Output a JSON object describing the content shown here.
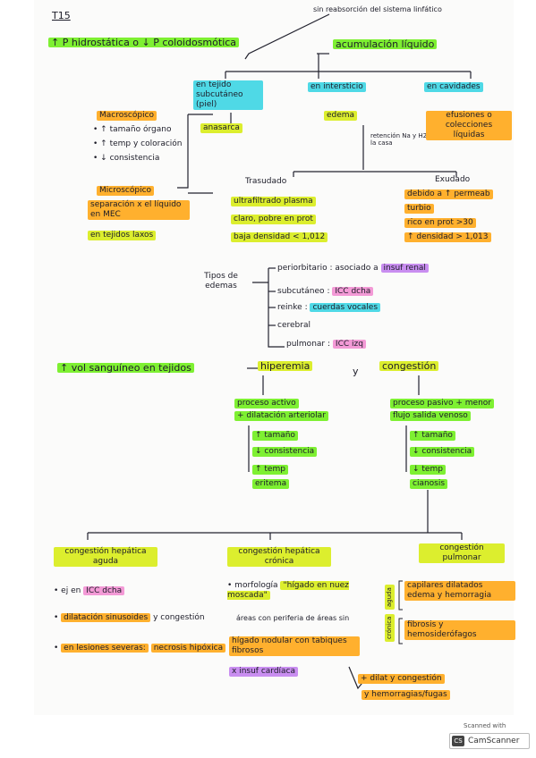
{
  "colors": {
    "green": "#7ef032",
    "yellow": "#dcee2e",
    "orange": "#ffb02e",
    "cyan": "#4fd9e6",
    "purple": "#c98ef0",
    "pink": "#f39ad6",
    "ink": "#1c1c28"
  },
  "notes": {
    "title": "T15",
    "top": {
      "cause": "↑ P hidrostática o ↓ P coloidosmótica",
      "lymph_note": "sin reabsorción del sistema linfático",
      "effect": "acumulación líquido"
    },
    "locations": {
      "subcutaneous": {
        "label": "en tejido subcutáneo (piel)",
        "result": "anasarca"
      },
      "interstitial": {
        "label": "en intersticio",
        "result": "edema",
        "retention": "retención Na y H2O en la casa"
      },
      "cavities": {
        "label": "en cavidades",
        "result": "efusiones o colecciones líquidas"
      }
    },
    "macro": {
      "title": "Macroscópico",
      "items": [
        "↑ tamaño órgano",
        "↑ temp y coloración",
        "↓ consistencia"
      ]
    },
    "micro": {
      "title": "Microscópico",
      "items": [
        "separación x el líquido en MEC",
        "en tejidos laxos"
      ]
    },
    "transudado": {
      "title": "Trasudado",
      "items": [
        "ultrafiltrado plasma",
        "claro, pobre en prot",
        "baja densidad < 1,012"
      ]
    },
    "exudado": {
      "title": "Exudado",
      "items": [
        "debido a ↑ permeab",
        "turbio",
        "rico en prot >30",
        "↑ densidad > 1,013"
      ]
    },
    "edema_types": {
      "title": "Tipos de edemas",
      "items": [
        {
          "name": "periorbitario",
          "desc": ": asociado a",
          "tag": "insuf renal"
        },
        {
          "name": "subcutáneo",
          "desc": ":",
          "tag": "ICC dcha"
        },
        {
          "name": "reinke",
          "desc": ":",
          "tag": "cuerdas vocales"
        },
        {
          "name": "cerebral",
          "desc": "",
          "tag": ""
        },
        {
          "name": "pulmonar",
          "desc": ":",
          "tag": "ICC izq"
        }
      ]
    },
    "flow": {
      "cause": "↑ vol sanguíneo en tejidos",
      "hyperemia": "hiperemia",
      "and": "y",
      "congestion": "congestión"
    },
    "hyperemia": {
      "process": [
        "proceso activo",
        "+ dilatación arteriolar"
      ],
      "items": [
        "↑ tamaño",
        "↓ consistencia",
        "↑ temp",
        "eritema"
      ]
    },
    "congestion": {
      "process": [
        "proceso pasivo + menor",
        "flujo salida venoso"
      ],
      "items": [
        "↑ tamaño",
        "↓ consistencia",
        "↓ temp",
        "cianosis"
      ]
    },
    "acute": {
      "title": "congestión hepática aguda",
      "items": [
        {
          "pre": "ej en",
          "tag": "ICC dcha"
        }
      ],
      "dil": "dilatación sinusoides",
      "dil_suffix": "y congestión",
      "necro_pre": "en lesiones severas:",
      "necro": "necrosis hipóxica"
    },
    "chronic": {
      "title": "congestión hepática crónica",
      "morph_pre": "morfología",
      "morph": "\"hígado en nuez moscada\"",
      "areas": "áreas con periferia de áreas sin",
      "nodular": "hígado nodular con tabiques fibrosos",
      "insuf": "x insuf cardíaca",
      "dilat": "+ dilat y congestión",
      "hemorr": "y hemorragias/fugas"
    },
    "pulmonary": {
      "title": "congestión pulmonar",
      "aguda": "aguda",
      "cronica": "crónica",
      "aguda_item": "capilares dilatados edema y hemorragia",
      "cronica_item": "fibrosis y hemosiderófagos"
    }
  },
  "scanner": {
    "label": "Scanned with",
    "brand": "CamScanner",
    "icon": "camscanner-logo-icon"
  }
}
